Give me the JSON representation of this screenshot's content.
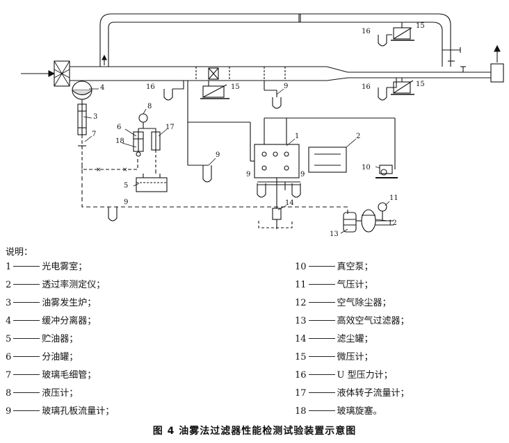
{
  "diagram": {
    "callouts": {
      "c1": "1",
      "c2": "2",
      "c3": "3",
      "c4": "4",
      "c5": "5",
      "c6": "6",
      "c7": "7",
      "c8": "8",
      "c9a": "9",
      "c9b": "9",
      "c9c": "9",
      "c9d": "9",
      "c9e": "9",
      "c10": "10",
      "c11": "11",
      "c12": "12",
      "c13": "13",
      "c14": "14",
      "c15a": "15",
      "c15b": "15",
      "c15c": "15",
      "c16a": "16",
      "c16b": "16",
      "c16c": "16",
      "c17": "17",
      "c18": "18"
    }
  },
  "legend": {
    "heading": "说明：",
    "left": [
      {
        "num": "1",
        "text": "光电雾室；"
      },
      {
        "num": "2",
        "text": "透过率测定仪；"
      },
      {
        "num": "3",
        "text": "油雾发生炉；"
      },
      {
        "num": "4",
        "text": "缓冲分离器；"
      },
      {
        "num": "5",
        "text": "贮油器；"
      },
      {
        "num": "6",
        "text": "分油罐；"
      },
      {
        "num": "7",
        "text": "玻璃毛细管；"
      },
      {
        "num": "8",
        "text": "液压计；"
      },
      {
        "num": "9",
        "text": "玻璃孔板流量计；"
      }
    ],
    "right": [
      {
        "num": "10",
        "text": "真空泵；"
      },
      {
        "num": "11",
        "text": "气压计；"
      },
      {
        "num": "12",
        "text": "空气除尘器；"
      },
      {
        "num": "13",
        "text": "高效空气过滤器；"
      },
      {
        "num": "14",
        "text": "滤尘罐；"
      },
      {
        "num": "15",
        "text": "微压计；"
      },
      {
        "num": "16",
        "text": "U 型压力计；"
      },
      {
        "num": "17",
        "text": "液体转子流量计；"
      },
      {
        "num": "18",
        "text": "玻璃旋塞。"
      }
    ]
  },
  "caption": "图 4  油雾法过滤器性能检测试验装置示意图"
}
